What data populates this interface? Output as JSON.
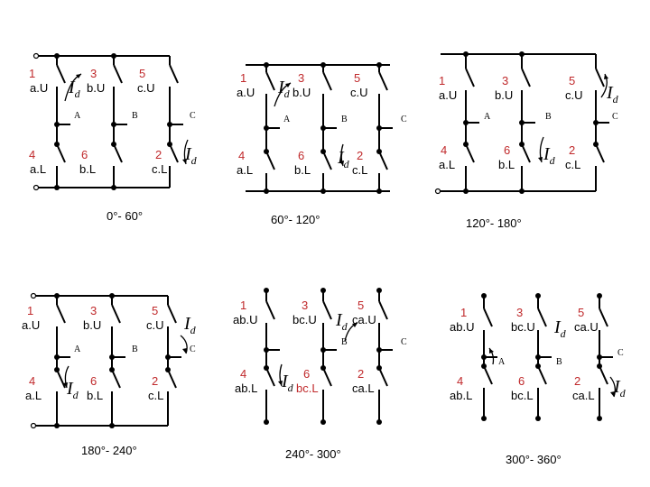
{
  "panels": [
    {
      "range": "0°- 60°",
      "switches": {
        "s1": {
          "n": "1",
          "l": "a.U"
        },
        "s3": {
          "n": "3",
          "l": "b.U"
        },
        "s5": {
          "n": "5",
          "l": "c.U"
        },
        "s4": {
          "n": "4",
          "l": "a.L"
        },
        "s6": {
          "n": "6",
          "l": "b.L"
        },
        "s2": {
          "n": "2",
          "l": "c.L"
        }
      },
      "phases": {
        "A": "A",
        "B": "B",
        "C": "C"
      },
      "current": {
        "sym": "I",
        "sub": "d"
      }
    },
    {
      "range": "60°- 120°",
      "switches": {
        "s1": {
          "n": "1",
          "l": "a.U"
        },
        "s3": {
          "n": "3",
          "l": "b.U"
        },
        "s5": {
          "n": "5",
          "l": "c.U"
        },
        "s4": {
          "n": "4",
          "l": "a.L"
        },
        "s6": {
          "n": "6",
          "l": "b.L"
        },
        "s2": {
          "n": "2",
          "l": "c.L"
        }
      },
      "phases": {
        "A": "A",
        "B": "B",
        "C": "C"
      },
      "current": {
        "sym": "I",
        "sub": "d"
      }
    },
    {
      "range": "120°- 180°",
      "switches": {
        "s1": {
          "n": "1",
          "l": "a.U"
        },
        "s3": {
          "n": "3",
          "l": "b.U"
        },
        "s5": {
          "n": "5",
          "l": "c.U"
        },
        "s4": {
          "n": "4",
          "l": "a.L"
        },
        "s6": {
          "n": "6",
          "l": "b.L"
        },
        "s2": {
          "n": "2",
          "l": "c.L"
        }
      },
      "phases": {
        "A": "A",
        "B": "B",
        "C": "C"
      },
      "current": {
        "sym": "I",
        "sub": "d"
      }
    },
    {
      "range": "180°- 240°",
      "switches": {
        "s1": {
          "n": "1",
          "l": "a.U"
        },
        "s3": {
          "n": "3",
          "l": "b.U"
        },
        "s5": {
          "n": "5",
          "l": "c.U"
        },
        "s4": {
          "n": "4",
          "l": "a.L"
        },
        "s6": {
          "n": "6",
          "l": "b.L"
        },
        "s2": {
          "n": "2",
          "l": "c.L"
        }
      },
      "phases": {
        "A": "A",
        "B": "B",
        "C": "C"
      },
      "current": {
        "sym": "I",
        "sub": "d"
      }
    },
    {
      "range": "240°- 300°",
      "switches": {
        "s1": {
          "n": "1",
          "l": "ab.U"
        },
        "s3": {
          "n": "3",
          "l": "bc.U"
        },
        "s5": {
          "n": "5",
          "l": "ca.U"
        },
        "s4": {
          "n": "4",
          "l": "ab.L"
        },
        "s6": {
          "n": "6",
          "l": "bc.L"
        },
        "s2": {
          "n": "2",
          "l": "ca.L"
        }
      },
      "phases": {
        "A": "",
        "B": "B",
        "C": "C"
      },
      "current": {
        "sym": "I",
        "sub": "d"
      }
    },
    {
      "range": "300°- 360°",
      "switches": {
        "s1": {
          "n": "1",
          "l": "ab.U"
        },
        "s3": {
          "n": "3",
          "l": "bc.U"
        },
        "s5": {
          "n": "5",
          "l": "ca.U"
        },
        "s4": {
          "n": "4",
          "l": "ab.L"
        },
        "s6": {
          "n": "6",
          "l": "bc.L"
        },
        "s2": {
          "n": "2",
          "l": "ca.L"
        }
      },
      "phases": {
        "A": "A",
        "B": "B",
        "C": "C"
      },
      "current": {
        "sym": "I",
        "sub": "d"
      }
    }
  ]
}
